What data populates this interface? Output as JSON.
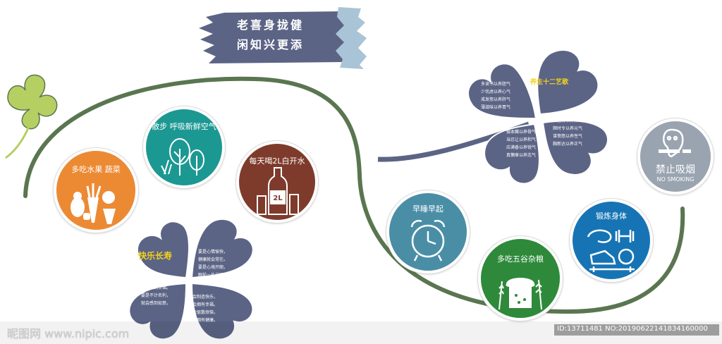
{
  "banner": {
    "line1": "老喜身拢健",
    "line2": "闲知兴更添",
    "colors": {
      "banner": "#5b6485",
      "tape": "#a9c4d6"
    }
  },
  "circles": {
    "fruit": {
      "label": "多吃水果 蔬菜",
      "icon": "fruit-vegetable-icon",
      "color": "#ec8a34"
    },
    "air": {
      "label": "散步 呼吸新鲜空气",
      "icon": "tree-icon",
      "color": "#1c9893"
    },
    "water": {
      "label": "每天喝2L白开水",
      "icon": "water-bottle-icon",
      "bottle_text": "2L",
      "color": "#7e3b2b"
    },
    "sleep": {
      "label": "早睡早起",
      "icon": "alarm-clock-icon",
      "color": "#4a8ea6"
    },
    "grain": {
      "label": "多吃五谷杂粮",
      "icon": "bread-wheat-icon",
      "color": "#2e8a3a"
    },
    "exercise": {
      "label": "锻炼身体",
      "icon": "dumbbell-shoe-icon",
      "color": "#1674b5"
    },
    "smoking": {
      "label": "禁止吸烟",
      "sublabel": "NO SMOKING",
      "icon": "no-smoking-icon",
      "color": "#9aa4b1"
    }
  },
  "clover_bottom": {
    "title": "快乐长寿",
    "leaf_tl": [],
    "leaf_tr": [
      "要是心情愉快，",
      "健康就会常在。",
      "要是心境开朗，",
      "眼前一片光明。"
    ],
    "leaf_bl": [
      "要是经常知足，",
      "就会感到幸福。",
      "要是不计名利，",
      "就会感到如意。"
    ],
    "leaf_br": [
      "学会制造快乐，",
      "就会拥有幸福。",
      "学会驱散烦恼，",
      "就会拥有健康。"
    ],
    "colors": {
      "leaf": "#5b6485",
      "title": "#f5d21a"
    }
  },
  "clover_top": {
    "title": "养生十二艺歌",
    "leaf_tl": [
      "多读书以养胆气",
      "少忧虑以养心气",
      "戒发怒以养肝气",
      "薄滋味以养胃气"
    ],
    "leaf_br": [
      "惜遗情以养神气",
      "顺时令以养元气",
      "谋愤怒以养性气",
      "胸新达以养正气"
    ],
    "leaf_bl": [
      "做本職以养骨气",
      "当忍让以养和气",
      "应满香以养锐气",
      "真懶章以养志气"
    ],
    "colors": {
      "leaf": "#5b6485",
      "title": "#f5d21a"
    }
  },
  "decor": {
    "path_color": "#5a7650",
    "small_clover_color": "#b6cf62"
  },
  "watermark": {
    "left": "昵图网 www.nipic.com",
    "right": "ID:13711481 NO:20190622141834160000"
  }
}
